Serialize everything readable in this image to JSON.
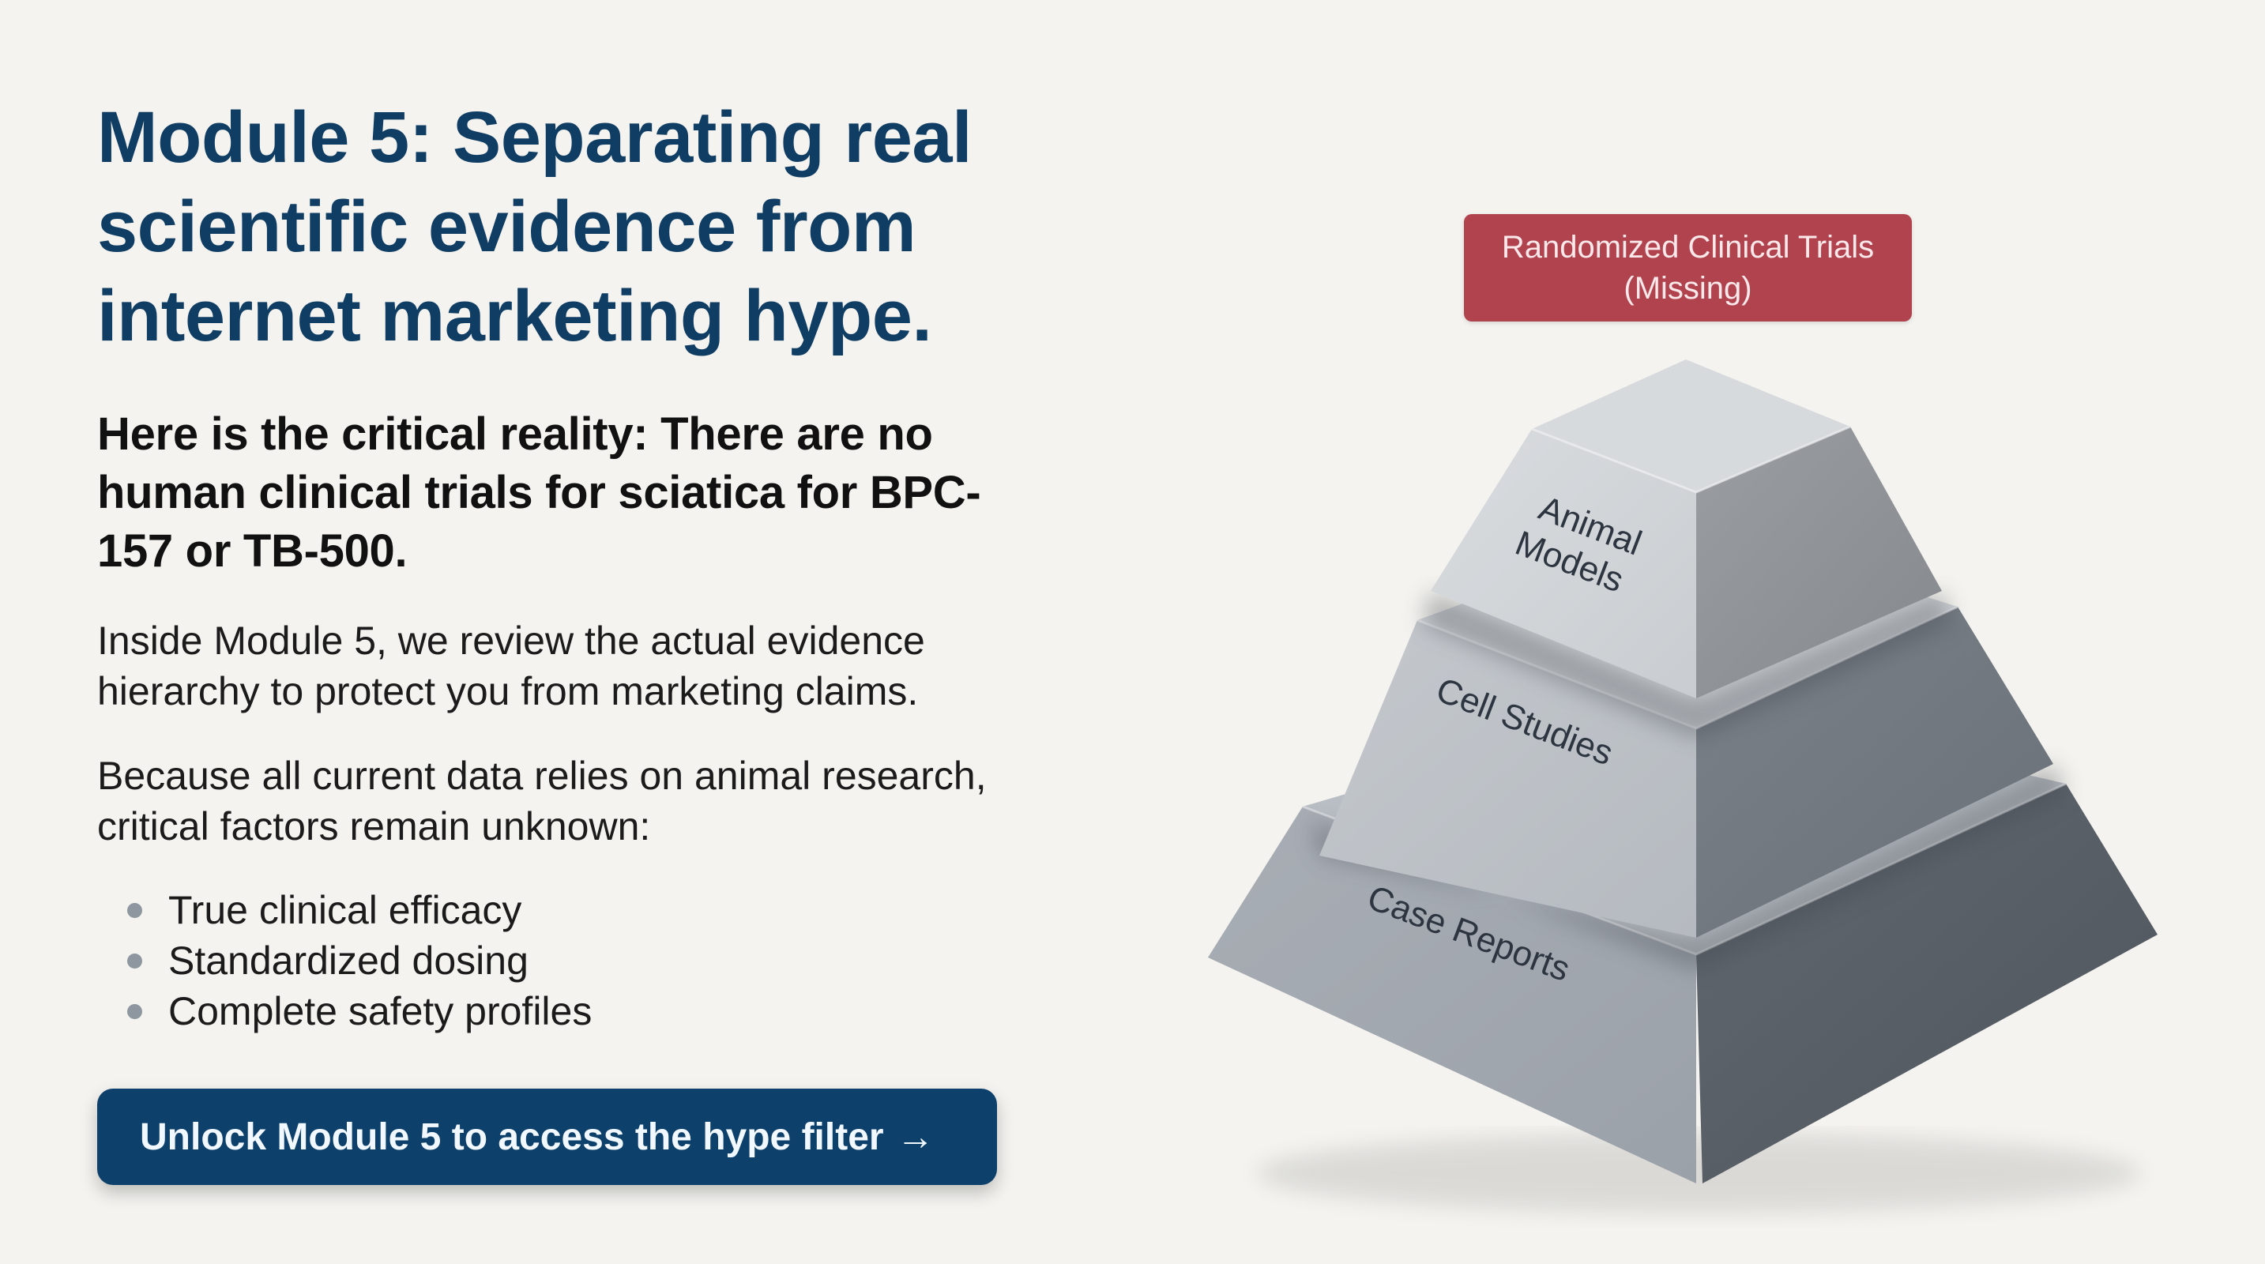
{
  "title": {
    "lines": [
      "Module 5: Separating real",
      "scientific evidence from",
      "internet marketing hype."
    ]
  },
  "subhead": {
    "lines": [
      "Here is the critical reality: There are no",
      "human clinical trials for sciatica for BPC-",
      "157 or TB-500."
    ]
  },
  "paragraphs": [
    {
      "lines": [
        "Inside Module 5, we review the actual evidence",
        "hierarchy to protect you from marketing claims."
      ]
    },
    {
      "lines": [
        "Because all current data relies on animal research,",
        "critical factors remain unknown:"
      ]
    }
  ],
  "unknown_factors": [
    "True clinical efficacy",
    "Standardized dosing",
    "Complete safety profiles"
  ],
  "cta": {
    "label": "Unlock Module 5 to access the hype filter",
    "icon": "arrow-right-icon",
    "arrow": "→",
    "color": "#0d416b"
  },
  "evidence_pyramid": {
    "missing_top": {
      "line1": "Randomized Clinical Trials",
      "line2": "(Missing)",
      "color": "#b0434e"
    },
    "tiers": [
      {
        "label_lines": [
          "Animal",
          "Models"
        ]
      },
      {
        "label_lines": [
          "Cell Studies"
        ]
      },
      {
        "label_lines": [
          "Case Reports"
        ]
      }
    ]
  },
  "colors": {
    "background": "#f4f3ef",
    "title": "#0f3d63",
    "body_text": "#1b1b1b",
    "bullet": "#8e96a0"
  }
}
